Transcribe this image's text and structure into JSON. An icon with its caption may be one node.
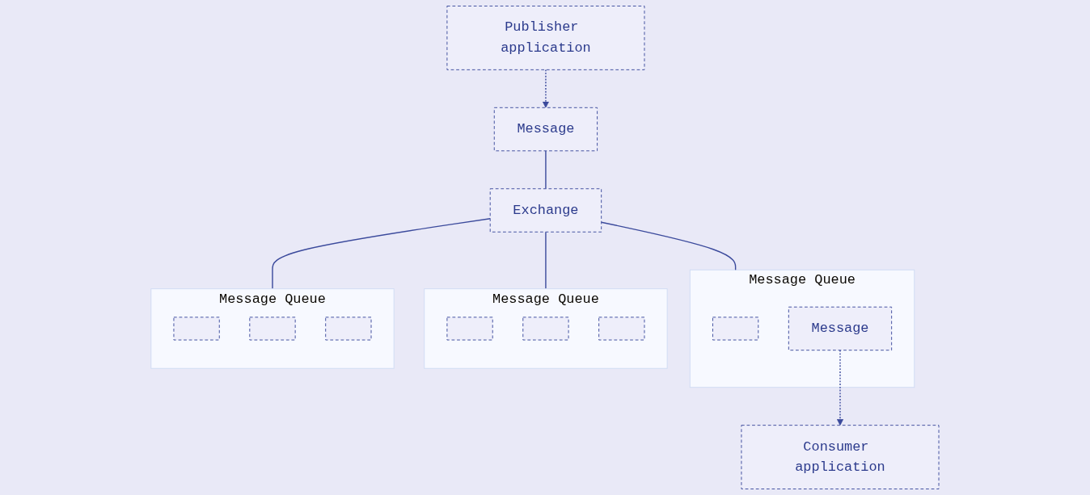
{
  "diagram": {
    "nodes": [
      {
        "text": [
          "Publisher application"
        ]
      },
      {
        "text": [
          "Message"
        ]
      },
      {
        "text": [
          "Exchange"
        ]
      },
      {
        "text": [
          "Message Queue"
        ]
      },
      {
        "text": [],
        "shape": "box",
        "in": 3
      },
      {
        "text": [
          "Message"
        ],
        "in": 3
      },
      {
        "text": [
          "Message Queue"
        ]
      },
      {
        "text": [],
        "shape": "box",
        "in": 6
      },
      {
        "text": [],
        "shape": "box",
        "in": 6
      },
      {
        "text": [],
        "shape": "box",
        "in": 6
      },
      {
        "text": [
          "Message Queue"
        ]
      },
      {
        "text": [],
        "shape": "box",
        "in": 10
      },
      {
        "text": [],
        "shape": "box",
        "in": 10
      },
      {
        "text": [],
        "shape": "box",
        "in": 10
      },
      {
        "text": [
          "Consumer application"
        ]
      }
    ],
    "edges": [
      {
        "from": 0,
        "to": 1,
        "arrow": "to",
        "style": "dashed"
      },
      {
        "from": 1,
        "to": 2,
        "arrow": "none"
      },
      {
        "from": 2,
        "to": 3,
        "arrow": "none"
      },
      {
        "from": 2,
        "to": 6,
        "arrow": "none"
      },
      {
        "from": 2,
        "to": 10,
        "arrow": "none"
      },
      {
        "from": 5,
        "to": 14,
        "arrow": "to",
        "style": "dashed"
      }
    ]
  }
}
